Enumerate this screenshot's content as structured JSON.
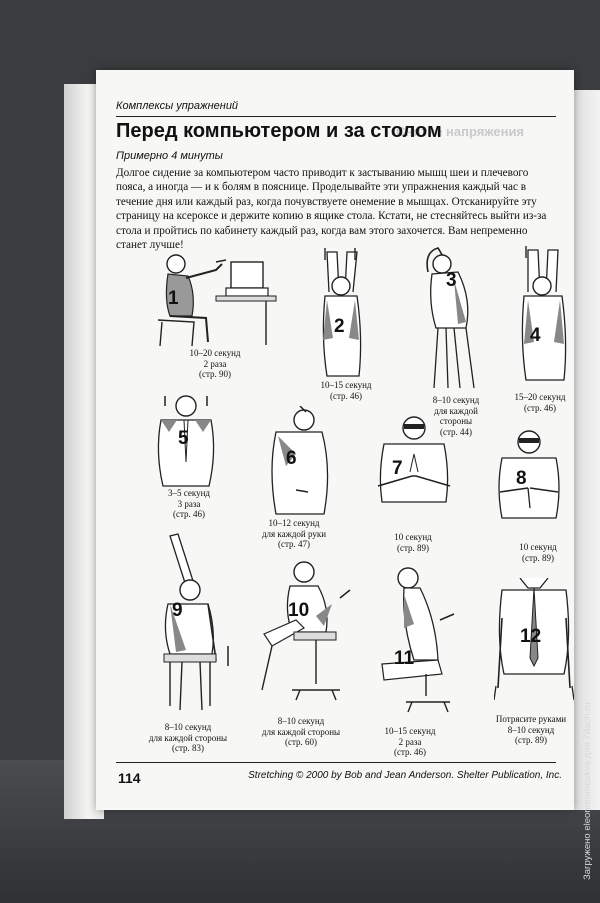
{
  "header": {
    "section": "Комплексы упражнений",
    "title": "Перед компьютером и за столом",
    "ghost": "Снятие напряжения",
    "duration": "Примерно 4 минуты"
  },
  "intro": "Долгое сидение за компьютером часто приводит к застыванию мышц шеи и плечевого пояса, а иногда — и к болям в пояснице. Проделывайте эти упражнения каждый час в течение дня или каждый раз, когда почувствуете онемение в мышцах. Отсканируйте эту страницу на ксероксе и держите копию в ящике стола. Кстати, не стесняйтесь выйти из-за стола и пройтись по кабинету каждый раз, когда вам этого захочется. Вам непременно станет лучше!",
  "exercises": [
    {
      "number": "1",
      "lines": [
        "10–20 секунд",
        "2 раза",
        "(стр. 90)"
      ]
    },
    {
      "number": "2",
      "lines": [
        "10–15 секунд",
        "(стр. 46)"
      ]
    },
    {
      "number": "3",
      "lines": [
        "8–10 секунд",
        "для каждой",
        "стороны",
        "(стр. 44)"
      ]
    },
    {
      "number": "4",
      "lines": [
        "15–20 секунд",
        "(стр. 46)"
      ]
    },
    {
      "number": "5",
      "lines": [
        "3–5 секунд",
        "3 раза",
        "(стр. 46)"
      ]
    },
    {
      "number": "6",
      "lines": [
        "10–12 секунд",
        "для каждой руки",
        "(стр. 47)"
      ]
    },
    {
      "number": "7",
      "lines": [
        "10 секунд",
        "(стр. 89)"
      ]
    },
    {
      "number": "8",
      "lines": [
        "10 секунд",
        "(стр. 89)"
      ]
    },
    {
      "number": "9",
      "lines": [
        "8–10 секунд",
        "для каждой стороны",
        "(стр. 83)"
      ]
    },
    {
      "number": "10",
      "lines": [
        "8–10 секунд",
        "для каждой стороны",
        "(стр. 60)"
      ]
    },
    {
      "number": "11",
      "lines": [
        "10–15 секунд",
        "2 раза",
        "(стр. 46)"
      ]
    },
    {
      "number": "12",
      "lines": [
        "Потрясите руками",
        "8–10 секунд",
        "(стр. 89)"
      ]
    }
  ],
  "footer": {
    "page_number": "114",
    "credit": "Stretching © 2000 by Bob and Jean Anderson. Shelter Publication, Inc."
  },
  "watermark": "Загружено eleonoramoskva для 7dach.ru"
}
